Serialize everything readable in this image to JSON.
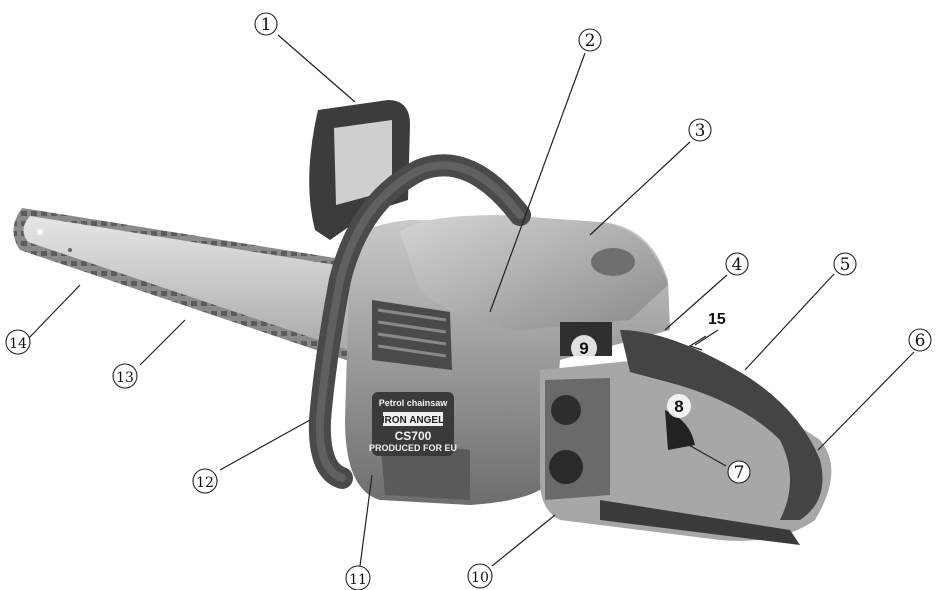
{
  "callouts": {
    "c1": "1",
    "c2": "2",
    "c3": "3",
    "c4": "4",
    "c5": "5",
    "c6": "6",
    "c7": "7",
    "c8": "8",
    "c9": "9",
    "c10": "10",
    "c11": "11",
    "c12": "12",
    "c13": "13",
    "c14": "14",
    "c15": "15"
  },
  "brand_badge": {
    "line1": "Petrol chainsaw",
    "logo": "IRON ANGEL",
    "model": "CS700",
    "line3": "PRODUCED FOR EU"
  },
  "colors": {
    "body": "#8f8f8f",
    "dark": "#3b3b3b",
    "bar": "#bdbdbd",
    "chain": "#7a7a7a"
  }
}
